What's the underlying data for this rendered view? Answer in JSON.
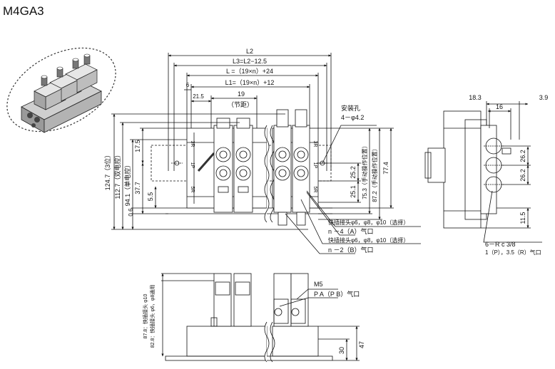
{
  "title": "M4GA3",
  "front": {
    "dim_L2": "L2",
    "dim_L3": "L3=L2−12.5",
    "dim_L": "L =（19×n）+24",
    "dim_L1": "L1=（19×n）+12",
    "dim_6": "6",
    "dim_21_5": "21.5",
    "dim_19": "19",
    "pitch_label": "（节距）",
    "mount_hole_1": "安装孔",
    "mount_hole_2": "4－φ4.2",
    "dim_124_7": "124.7（3位）",
    "dim_112_7": "112.7（双电控）",
    "dim_94_1": "94.1（单电控）",
    "dim_17_5": "17.5",
    "dim_37_7": "37.7",
    "dim_5_5": "5.5",
    "dim_0_6": "0.6",
    "dim_25_2": "25.2",
    "dim_25_1": "25.1",
    "dim_75_3": "75.3（手动操作位置）",
    "dim_87_2": "87.2（手动操作位置）",
    "dim_77_4": "77.4",
    "port_3r": "3R",
    "port_1p": "1P",
    "port_5r": "5R",
    "fitting_1": "快插接头φ6，φ8，φ10（选择）",
    "port_n4": "n －4（A）气口",
    "fitting_2": "快插接头φ6，φ8，φ10（选择）",
    "port_n2": "n －2（B）气口"
  },
  "side": {
    "dim_18_3": "18.3",
    "dim_3_9": "3.9",
    "dim_16": "16",
    "dim_26_2a": "26.2",
    "dim_26_2b": "26.2",
    "dim_11_5": "11.5",
    "port_rc": "6－R c 3/8",
    "port_rc_desc": "1（P），3.5（R）气口"
  },
  "bottom": {
    "m5": "M5",
    "pa_pb": "P A（P B）气口",
    "dim_47": "47",
    "dim_30": "30",
    "v_text_1": "87.8：快插接头 φ10",
    "v_text_2": "82.8：快插接头 φ6，φ8通用"
  }
}
